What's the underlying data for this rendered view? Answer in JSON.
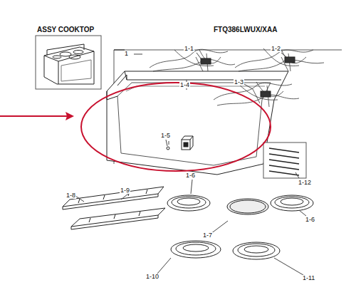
{
  "diagram": {
    "title": "ASSY COOKTOP",
    "labels": [
      "FTQ386LWUX/XAA",
      "1",
      "1-1",
      "1-2",
      "1-3",
      "1-4",
      "1-5",
      "1-12",
      "1-6",
      "1-7",
      "1-6",
      "1-8",
      "1-9",
      "1-10",
      "1-11"
    ]
  }
}
